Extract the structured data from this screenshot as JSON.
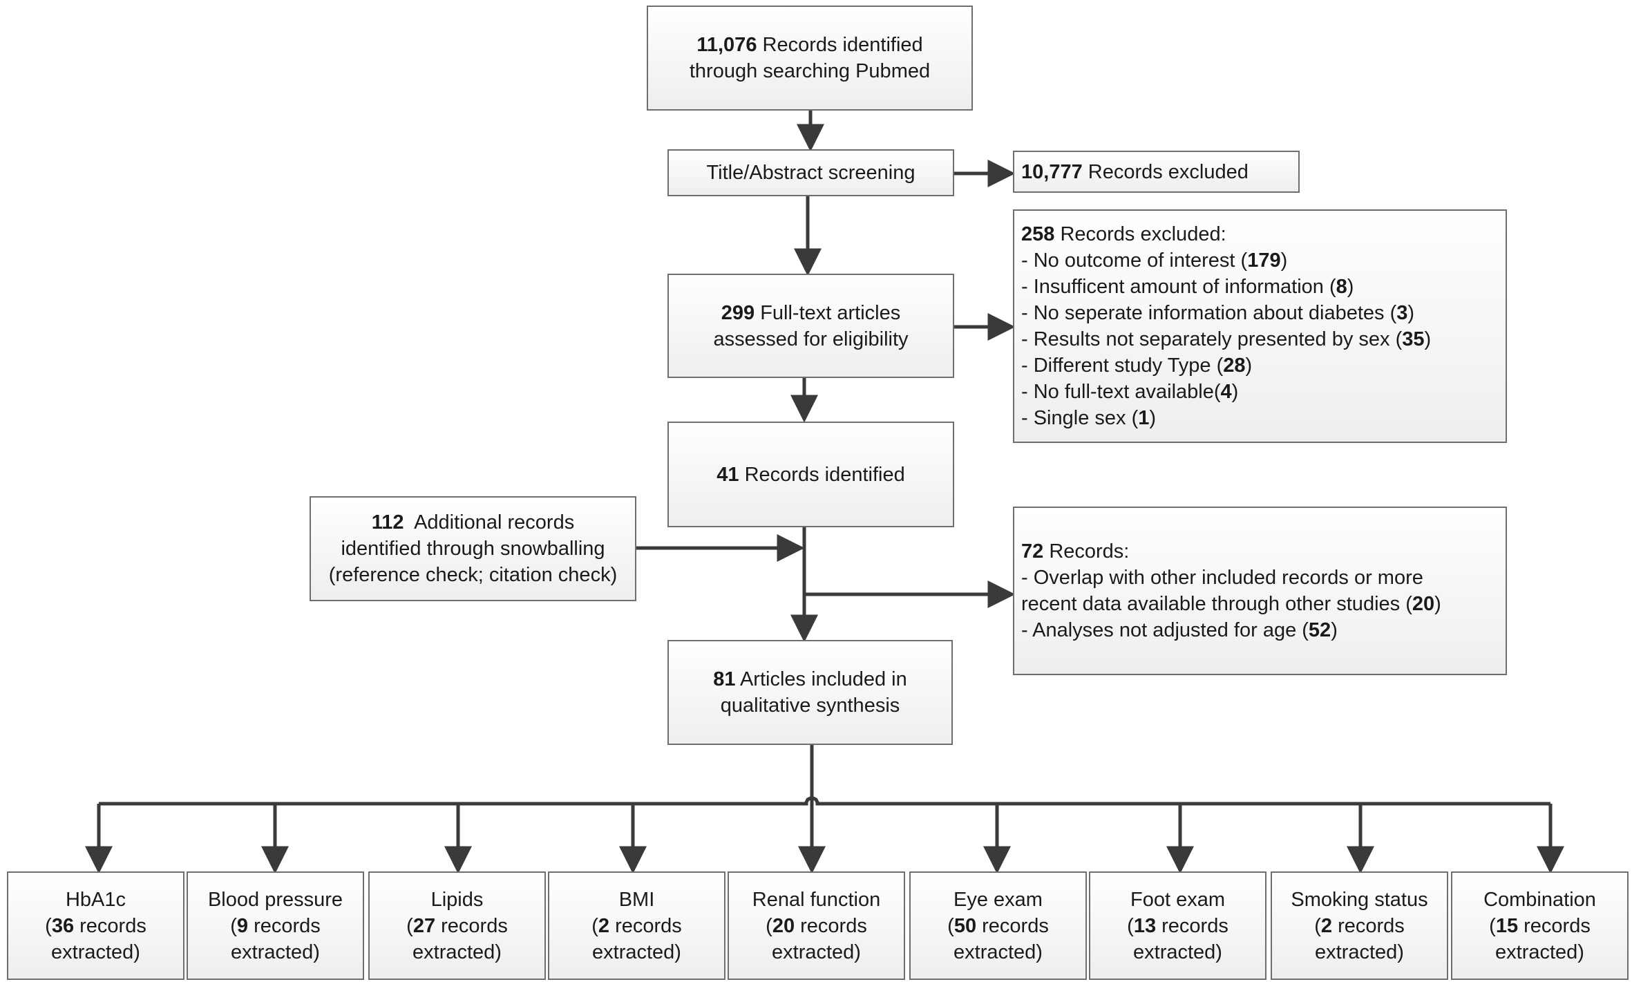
{
  "identification": {
    "count": "11,076",
    "line1_rest": " Records identified",
    "line2": "through  searching Pubmed"
  },
  "screening": {
    "label": "Title/Abstract screening"
  },
  "excluded_screening": {
    "count": "10,777",
    "rest": " Records excluded"
  },
  "fulltext": {
    "count": "299",
    "line1_rest": " Full-text articles",
    "line2": "assessed for eligibility"
  },
  "excluded_fulltext": {
    "header_count": "258",
    "header_rest": " Records excluded:",
    "reasons": [
      {
        "text": "- No outcome of interest (",
        "count": "179",
        "close": ")"
      },
      {
        "text": "- Insufficent amount of information (",
        "count": "8",
        "close": ")"
      },
      {
        "text": "- No seperate information about diabetes (",
        "count": "3",
        "close": ")"
      },
      {
        "text": "- Results not separately presented by sex (",
        "count": "35",
        "close": ")"
      },
      {
        "text": "- Different study Type (",
        "count": "28",
        "close": ")"
      },
      {
        "text": "- No full-text available(",
        "count": "4",
        "close": ")"
      },
      {
        "text": "- Single sex (",
        "count": "1",
        "close": ")"
      }
    ]
  },
  "identified": {
    "count": "41",
    "rest": " Records identified"
  },
  "snowball": {
    "count": "112",
    "line1_rest": "  Additional records",
    "line2": "identified through snowballing",
    "line3": "(reference check; citation check)"
  },
  "overlap": {
    "header_count": "72",
    "header_rest": " Records:",
    "line1": "- Overlap with other included records or more",
    "line2_text": "recent data available through other studies (",
    "line2_count": "20",
    "line2_close": ")",
    "line3_text": "- Analyses not adjusted for age (",
    "line3_count": "52",
    "line3_close": ")"
  },
  "included": {
    "count": "81",
    "line1_rest": " Articles included in",
    "line2": "qualitative synthesis"
  },
  "outcomes": [
    {
      "name": "HbA1c",
      "count": "36"
    },
    {
      "name": "Blood pressure",
      "count": "9"
    },
    {
      "name": "Lipids",
      "count": "27"
    },
    {
      "name": "BMI",
      "count": "2"
    },
    {
      "name": "Renal function",
      "count": "20"
    },
    {
      "name": "Eye exam",
      "count": "50"
    },
    {
      "name": "Foot exam",
      "count": "13"
    },
    {
      "name": "Smoking status",
      "count": "2"
    },
    {
      "name": "Combination",
      "count": "15"
    }
  ],
  "outcome_text": {
    "open": "(",
    "records_rest": " records",
    "extracted": "extracted)"
  },
  "colors": {
    "box_border": "#6e6e6e",
    "box_fill_top": "#ffffff",
    "box_fill_bottom": "#eeeeee",
    "arrow": "#3a3a3a"
  }
}
